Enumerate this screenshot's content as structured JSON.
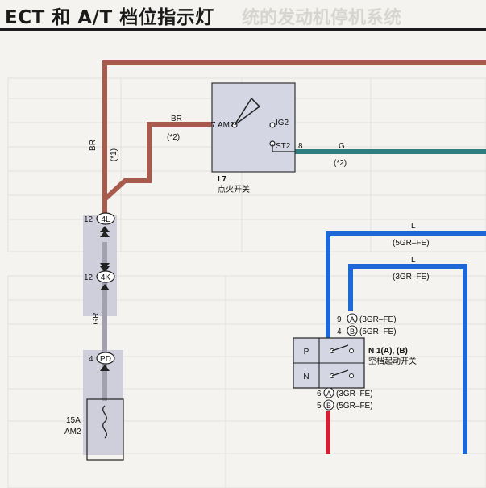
{
  "page": {
    "title": "ECT 和 A/T 档位指示灯",
    "ghost_title": "统的发动机停机系统"
  },
  "wires": {
    "br_vertical": "BR",
    "br_vertical_note": "(*1)",
    "br_horizontal": "BR",
    "br_horizontal_note": "(*2)",
    "g": "G",
    "g_note": "(*2)",
    "gr": "GR",
    "l_upper": "L",
    "l_upper_note": "(5GR–FE)",
    "l_lower": "L",
    "l_lower_note": "(3GR–FE)"
  },
  "ignition_switch": {
    "id": "I 7",
    "name": "点火开关",
    "am2_pin": "7",
    "am2_label": "AM2",
    "ig2_label": "IG2",
    "st2_label": "ST2",
    "st2_pin": "8"
  },
  "connectors": {
    "c12_4l_pin": "12",
    "c12_4l_code": "4L",
    "c12_4k_pin": "12",
    "c12_4k_code": "4K",
    "c4_pd_pin": "4",
    "c4_pd_code": "PD"
  },
  "fuse": {
    "rating": "15A",
    "name": "AM2"
  },
  "neutral_switch": {
    "id": "N 1(A), (B)",
    "name": "空档起动开关",
    "p_label": "P",
    "n_label": "N",
    "top_pin1": "9",
    "top_code1": "A",
    "top_note1": "(3GR–FE)",
    "top_pin2": "4",
    "top_code2": "B",
    "top_note2": "(5GR–FE)",
    "bot_pin1": "6",
    "bot_code1": "A",
    "bot_note1": "(3GR–FE)",
    "bot_pin2": "5",
    "bot_code2": "B",
    "bot_note2": "(5GR–FE)"
  },
  "colors": {
    "br_wire": "#a85a4c",
    "g_wire": "#2e7e7e",
    "gr_wire": "#a3a1b0",
    "l_wire": "#1e67d6",
    "red_wire": "#cc2234",
    "connector_shade": "#c8c8d8"
  }
}
